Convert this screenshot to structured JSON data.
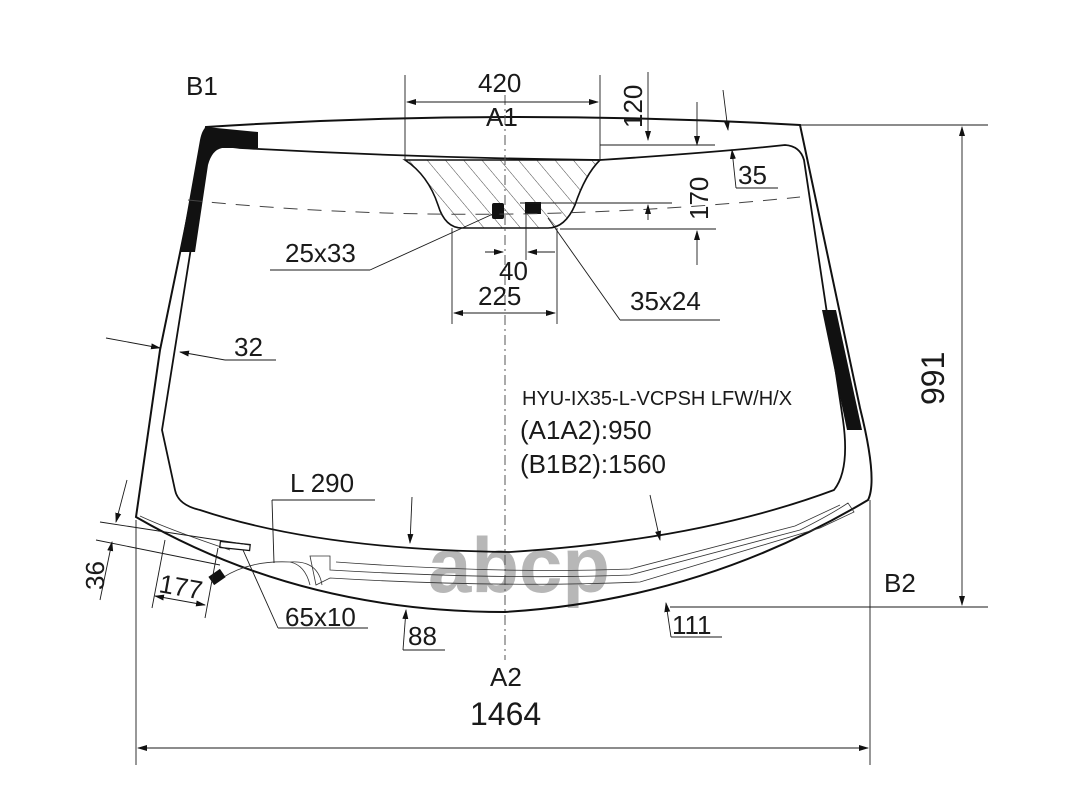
{
  "drawing": {
    "part_code": "HYU-IX35-L-VCPSH LFW/H/X",
    "diagonal_a": "(A1A2):950",
    "diagonal_b": "(B1B2):1560",
    "corner_labels": {
      "b1": "B1",
      "b2": "B2",
      "a1": "A1",
      "a2": "A2"
    },
    "dimensions": {
      "overall_width": "1464",
      "overall_height": "991",
      "sensor_area_width": "420",
      "top_offset": "120",
      "top_band": "35",
      "sensor_height": "170",
      "mirror_pad": "25x33",
      "sensor_pad": "35x24",
      "pad_spacing": "40",
      "sensor_base_width": "225",
      "side_band": "32",
      "heater_wire_length": "L 290",
      "bottom_left_offset": "36",
      "connector_distance": "177",
      "connector_size": "65x10",
      "bottom_center": "88",
      "bottom_right": "111"
    },
    "watermark": "abcp",
    "colors": {
      "line": "#111111",
      "watermark": "#a8a8a8",
      "background": "#ffffff"
    }
  }
}
